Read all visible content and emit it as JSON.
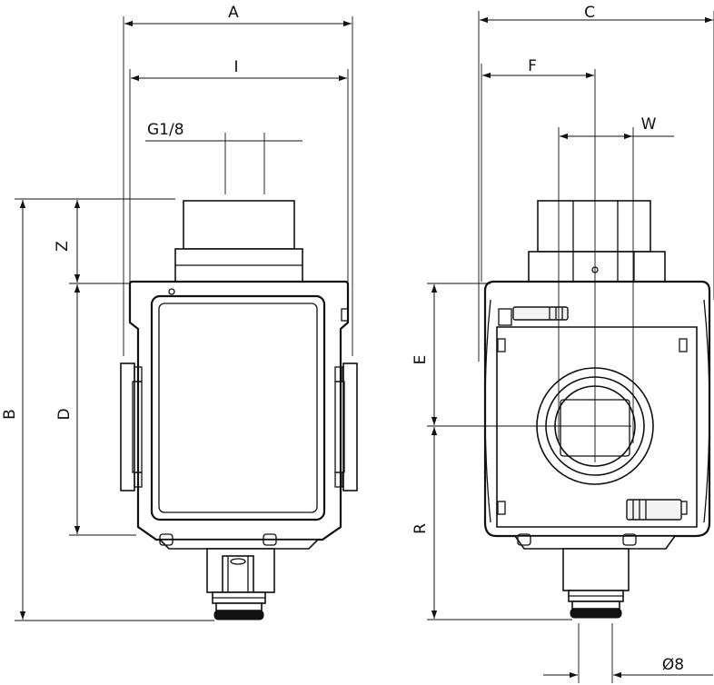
{
  "dimension_labels": {
    "a": "A",
    "i": "I",
    "g18": "G1/8",
    "z": "Z",
    "b": "B",
    "d": "D",
    "c": "C",
    "f": "F",
    "w": "W",
    "e": "E",
    "r": "R",
    "o8": "Ø8"
  },
  "colors": {
    "line": "#111111",
    "background": "#ffffff"
  }
}
